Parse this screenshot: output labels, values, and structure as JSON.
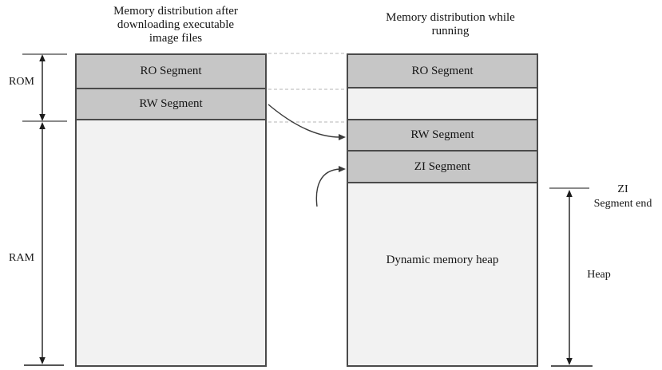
{
  "titles": {
    "left_lines": [
      "Memory distribution after",
      "downloading executable",
      "image files"
    ],
    "right_lines": [
      "Memory distribution while",
      "running"
    ]
  },
  "left_box": {
    "ro_label": "RO Segment",
    "rw_label": "RW Segment"
  },
  "right_box": {
    "ro_label": "RO Segment",
    "rw_label": "RW Segment",
    "zi_label": "ZI Segment",
    "heap_label": "Dynamic memory heap"
  },
  "measures": {
    "rom": "ROM",
    "ram": "RAM",
    "zi_end_line1": "ZI",
    "zi_end_line2": "Segment end",
    "heap": "Heap"
  },
  "colors": {
    "segment-fill": "#c6c6c6",
    "light-fill": "#f2f2f2",
    "border": "#4a4a4a",
    "tick-gray": "#8a8a8a",
    "arrow-black": "#1c1c1c",
    "dashed": "#c4c4c4"
  }
}
